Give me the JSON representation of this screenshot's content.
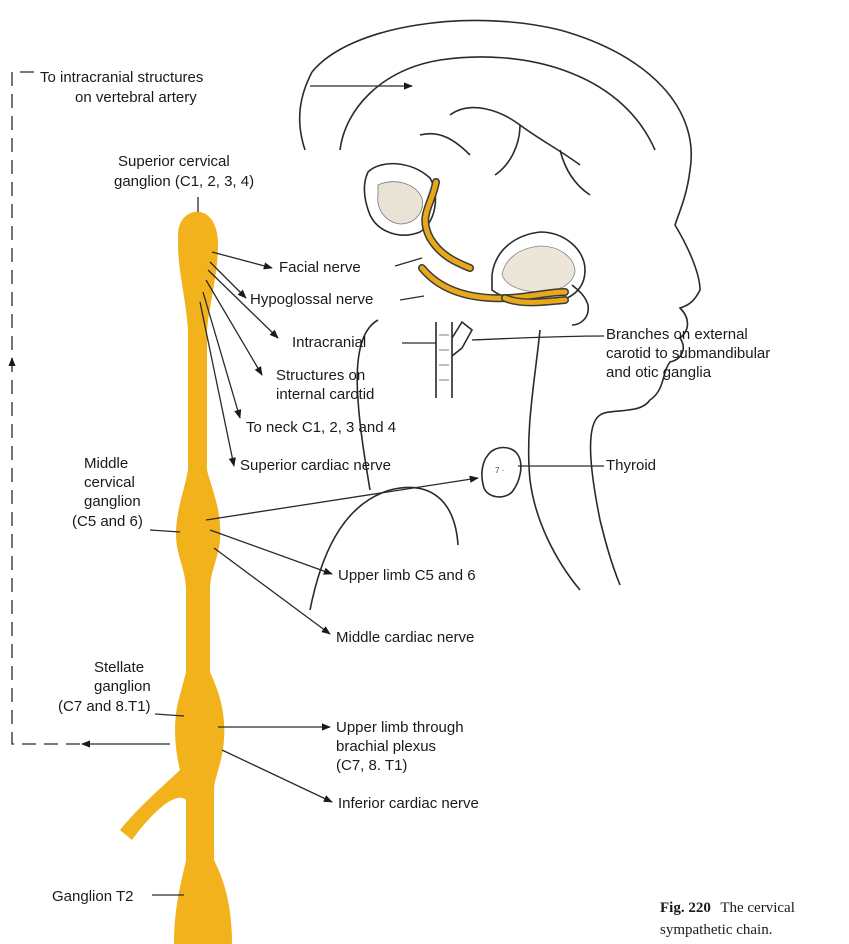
{
  "labels": {
    "intracranial_vertebral": [
      "To intracranial structures",
      "on vertebral artery"
    ],
    "superior_ganglion": [
      "Superior cervical",
      "ganglion (C1, 2, 3, 4)"
    ],
    "facial_nerve": "Facial nerve",
    "hypoglossal_nerve": "Hypoglossal nerve",
    "intracranial": "Intracranial",
    "internal_carotid": [
      "Structures on",
      "internal carotid"
    ],
    "external_carotid": [
      "Branches on external",
      "carotid to submandibular",
      "and otic ganglia"
    ],
    "to_neck": "To neck C1, 2, 3 and 4",
    "superior_cardiac": "Superior cardiac nerve",
    "thyroid": "Thyroid",
    "middle_ganglion": [
      "Middle",
      "cervical",
      "ganglion",
      "(C5 and 6)"
    ],
    "upper_limb_c5": "Upper limb C5 and 6",
    "middle_cardiac": "Middle cardiac nerve",
    "stellate_ganglion": [
      "Stellate",
      "ganglion",
      "(C7 and 8.T1)"
    ],
    "upper_limb_plexus": [
      "Upper limb through",
      "brachial plexus",
      "(C7, 8. T1)"
    ],
    "inferior_cardiac": "Inferior cardiac nerve",
    "ganglion_t2": "Ganglion T2"
  },
  "caption": {
    "number": "Fig. 220",
    "text_line1": "The cervical",
    "text_line2": "sympathetic chain."
  },
  "colors": {
    "chain": "#f2b21b",
    "line": "#2a2a2a"
  }
}
